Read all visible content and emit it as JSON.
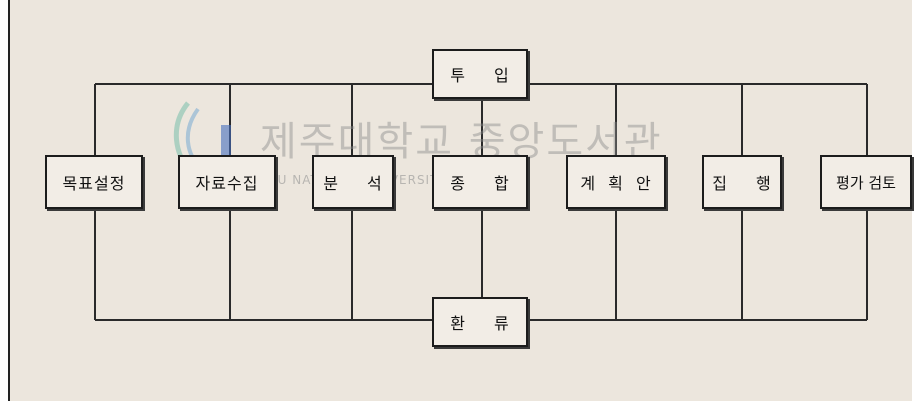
{
  "diagram": {
    "top_node": "투 입",
    "bottom_node": "환 류",
    "stages": [
      "목표설정",
      "자료수집",
      "분 석",
      "종 합",
      "계 획 안",
      "집 행",
      "평가 검토"
    ]
  },
  "watermark": {
    "title": "제주대학교 중앙도서관",
    "subtitle": "JEJU NATIONAL UNIVERSITY LIBRARY"
  }
}
